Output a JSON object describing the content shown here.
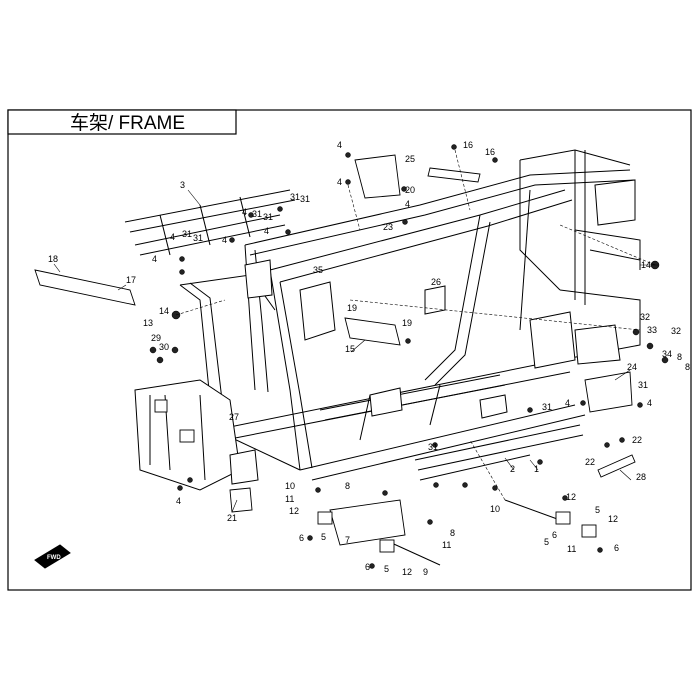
{
  "title": "车架/ FRAME",
  "fwd_label": "FWD",
  "callouts": {
    "c3": "3",
    "c4a": "4",
    "c4b": "4",
    "c4c": "4",
    "c4d": "4",
    "c4e": "4",
    "c4f": "4",
    "c4g": "4",
    "c4h": "4",
    "c4i": "4",
    "c4j": "4",
    "c4k": "4",
    "c31a": "31",
    "c31b": "31",
    "c31c": "31",
    "c31d": "31",
    "c31e": "31",
    "c31f": "31",
    "c16a": "16",
    "c16b": "16",
    "c25": "25",
    "c20": "20",
    "c23": "23",
    "c35": "35",
    "c14a": "14",
    "c14b": "14",
    "c18": "18",
    "c17": "17",
    "c13": "13",
    "c29": "29",
    "c30": "30",
    "c19a": "19",
    "c19b": "19",
    "c15": "15",
    "c26": "26",
    "c32a": "32",
    "c32b": "32",
    "c33": "33",
    "c34": "34",
    "c8a": "8",
    "c8b": "8",
    "c8c": "8",
    "c8d": "8",
    "c24": "24",
    "c22a": "22",
    "c22b": "22",
    "c28": "28",
    "c2": "2",
    "c1": "1",
    "c27": "27",
    "c21": "21",
    "c10a": "10",
    "c10b": "10",
    "c11a": "11",
    "c11b": "11",
    "c11c": "11",
    "c12a": "12",
    "c12b": "12",
    "c12c": "12",
    "c12d": "12",
    "c6a": "6",
    "c6b": "6",
    "c6c": "6",
    "c6d": "6",
    "c5a": "5",
    "c5b": "5",
    "c5c": "5",
    "c5d": "5",
    "c7": "7",
    "c9": "9"
  }
}
